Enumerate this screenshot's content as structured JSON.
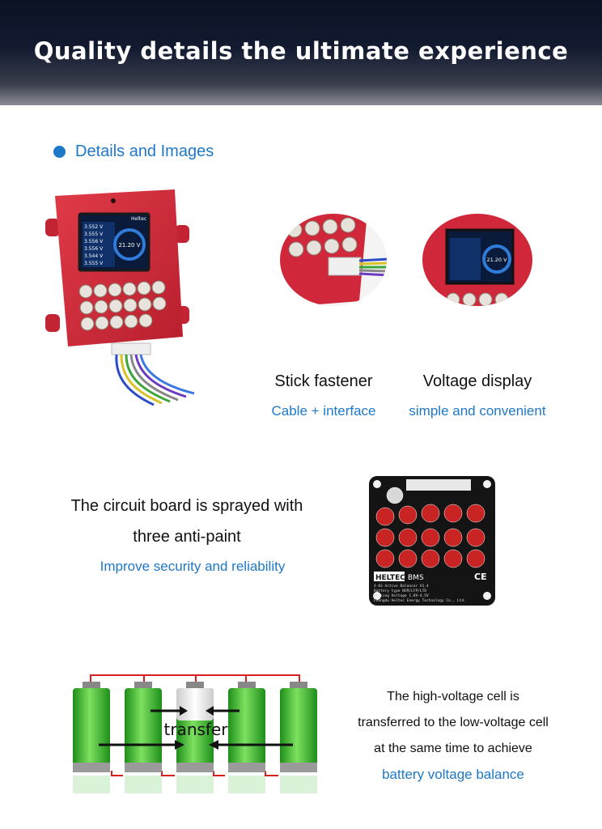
{
  "banner": {
    "title": "Quality details the ultimate experience"
  },
  "section": {
    "title": "Details and Images"
  },
  "device": {
    "screen_readings": [
      "3.552 V",
      "3.555 V",
      "3.556 V",
      "3.556 V",
      "3.544 V",
      "3.555 V"
    ],
    "total_voltage": "21.20 V",
    "screen_logo": "Heltec"
  },
  "features": [
    {
      "title": "Stick fastener",
      "subtitle": "Cable + interface"
    },
    {
      "title": "Voltage display",
      "subtitle": "simple and convenient"
    }
  ],
  "circuit": {
    "line1": "The circuit board is sprayed with",
    "line2": "three anti-paint",
    "subtitle": "Improve security and reliability",
    "board_brand_a": "HELTEC",
    "board_brand_b": "BMS",
    "board_text": [
      "4-6S Active Balancer V1.4",
      "Battery type NCM/LFP/LTO",
      "Working Voltage 1.8V-4.5V",
      "Chengdu Heltec Energy Technology Co., Ltd."
    ]
  },
  "balance": {
    "transfer_label": "transfer",
    "line1": "The high-voltage cell is",
    "line2": "transferred to the low-voltage cell",
    "line3": "at the same time to achieve",
    "highlight": "battery voltage balance"
  },
  "colors": {
    "accent": "#1e78c8",
    "device_red": "#d62c3c",
    "battery_green": "#35b92c",
    "banner_dark": "#0b1224"
  }
}
